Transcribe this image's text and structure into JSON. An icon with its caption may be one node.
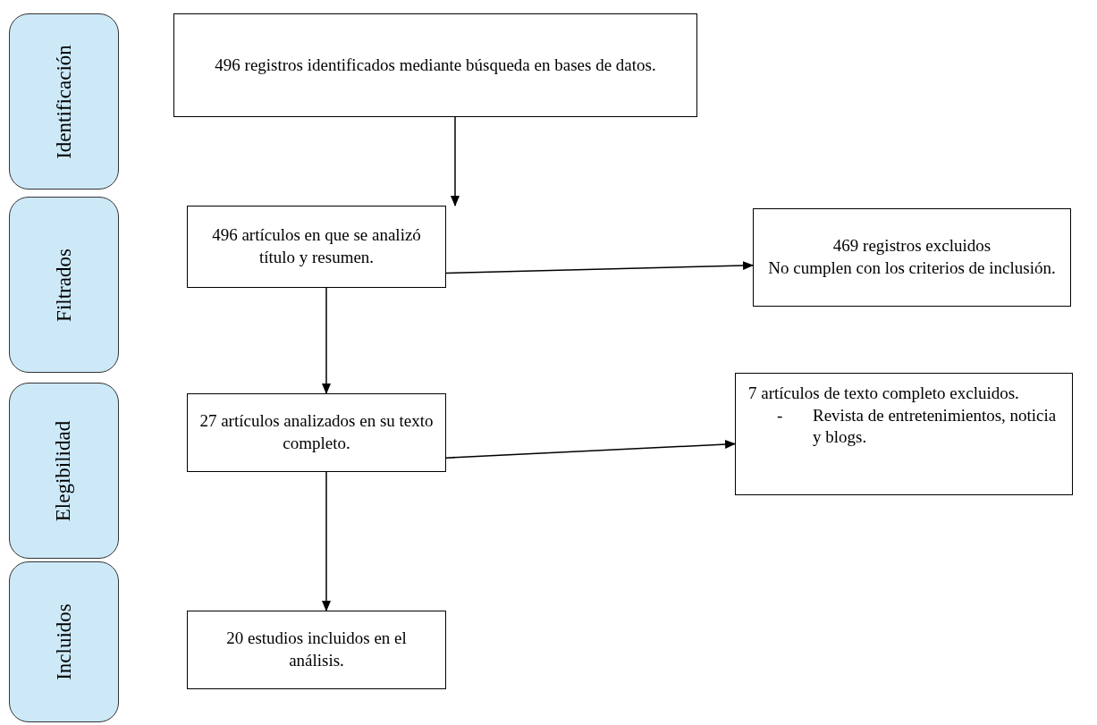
{
  "diagram": {
    "nodes": [
      {
        "text": [
          "Identificación"
        ]
      },
      {
        "text": [
          "Filtrados"
        ]
      },
      {
        "text": [
          "Elegibilidad"
        ]
      },
      {
        "text": [
          "Incluidos"
        ]
      },
      {
        "text": [
          "496 registros identificados mediante búsqueda en bases de datos."
        ]
      },
      {
        "text": [
          "496 artículos en que se analizó título y resumen."
        ]
      },
      {
        "text": [
          "469 registros excluidos",
          "No cumplen con los criterios de inclusión."
        ]
      },
      {
        "text": [
          "27 artículos analizados en su texto completo."
        ]
      },
      {
        "text": [
          "7 artículos de texto completo excluidos.",
          "-",
          "Revista de entretenimientos, noticia y blogs."
        ]
      },
      {
        "text": [
          "20 estudios incluidos en el análisis."
        ]
      }
    ],
    "edges": [
      {
        "from": 4,
        "to": 5,
        "arrow": "to"
      },
      {
        "from": 5,
        "to": 6,
        "arrow": "to"
      },
      {
        "from": 5,
        "to": 7,
        "arrow": "to"
      },
      {
        "from": 7,
        "to": 8,
        "arrow": "to"
      },
      {
        "from": 7,
        "to": 9,
        "arrow": "to"
      }
    ]
  }
}
